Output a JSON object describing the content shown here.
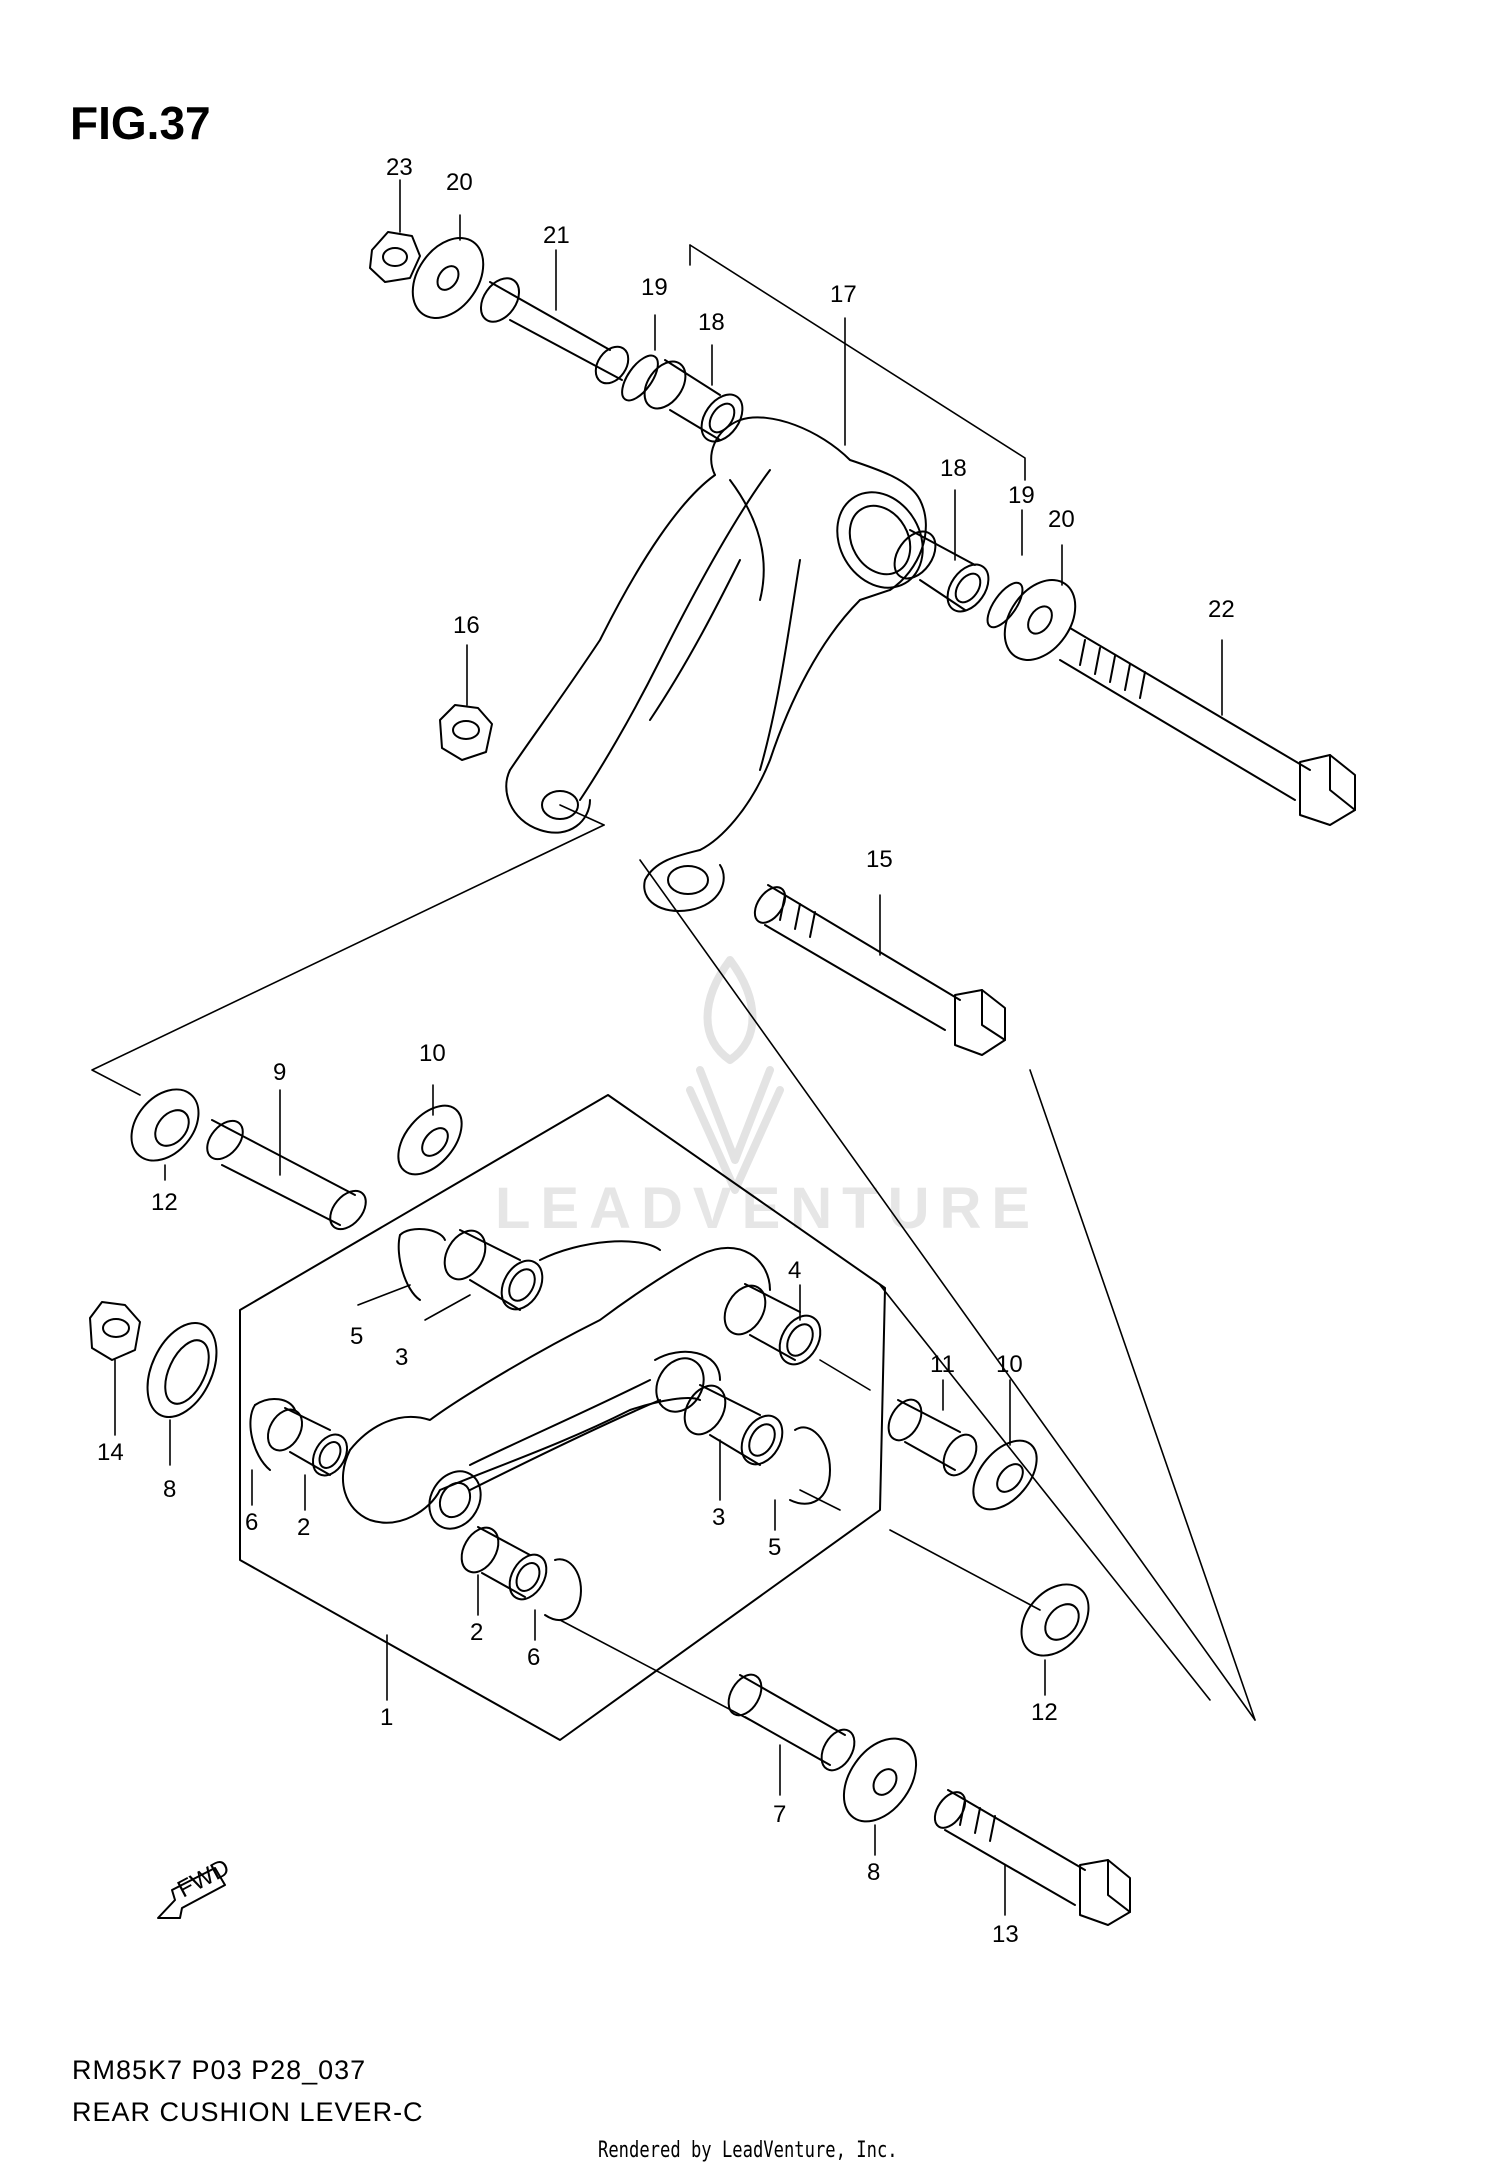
{
  "figure": {
    "title": "FIG.37",
    "code": "RM85K7 P03 P28_037",
    "name": "REAR CUSHION LEVER-C"
  },
  "footer": "Rendered by LeadVenture, Inc.",
  "watermark": "LEADVENTURE",
  "fwd_arrow_label": "FWD",
  "callouts": [
    "23",
    "20",
    "21",
    "19",
    "18",
    "17",
    "18",
    "19",
    "20",
    "22",
    "16",
    "15",
    "10",
    "9",
    "12",
    "4",
    "5",
    "3",
    "14",
    "8",
    "11",
    "10",
    "6",
    "2",
    "3",
    "5",
    "2",
    "6",
    "12",
    "1",
    "7",
    "8",
    "13"
  ]
}
